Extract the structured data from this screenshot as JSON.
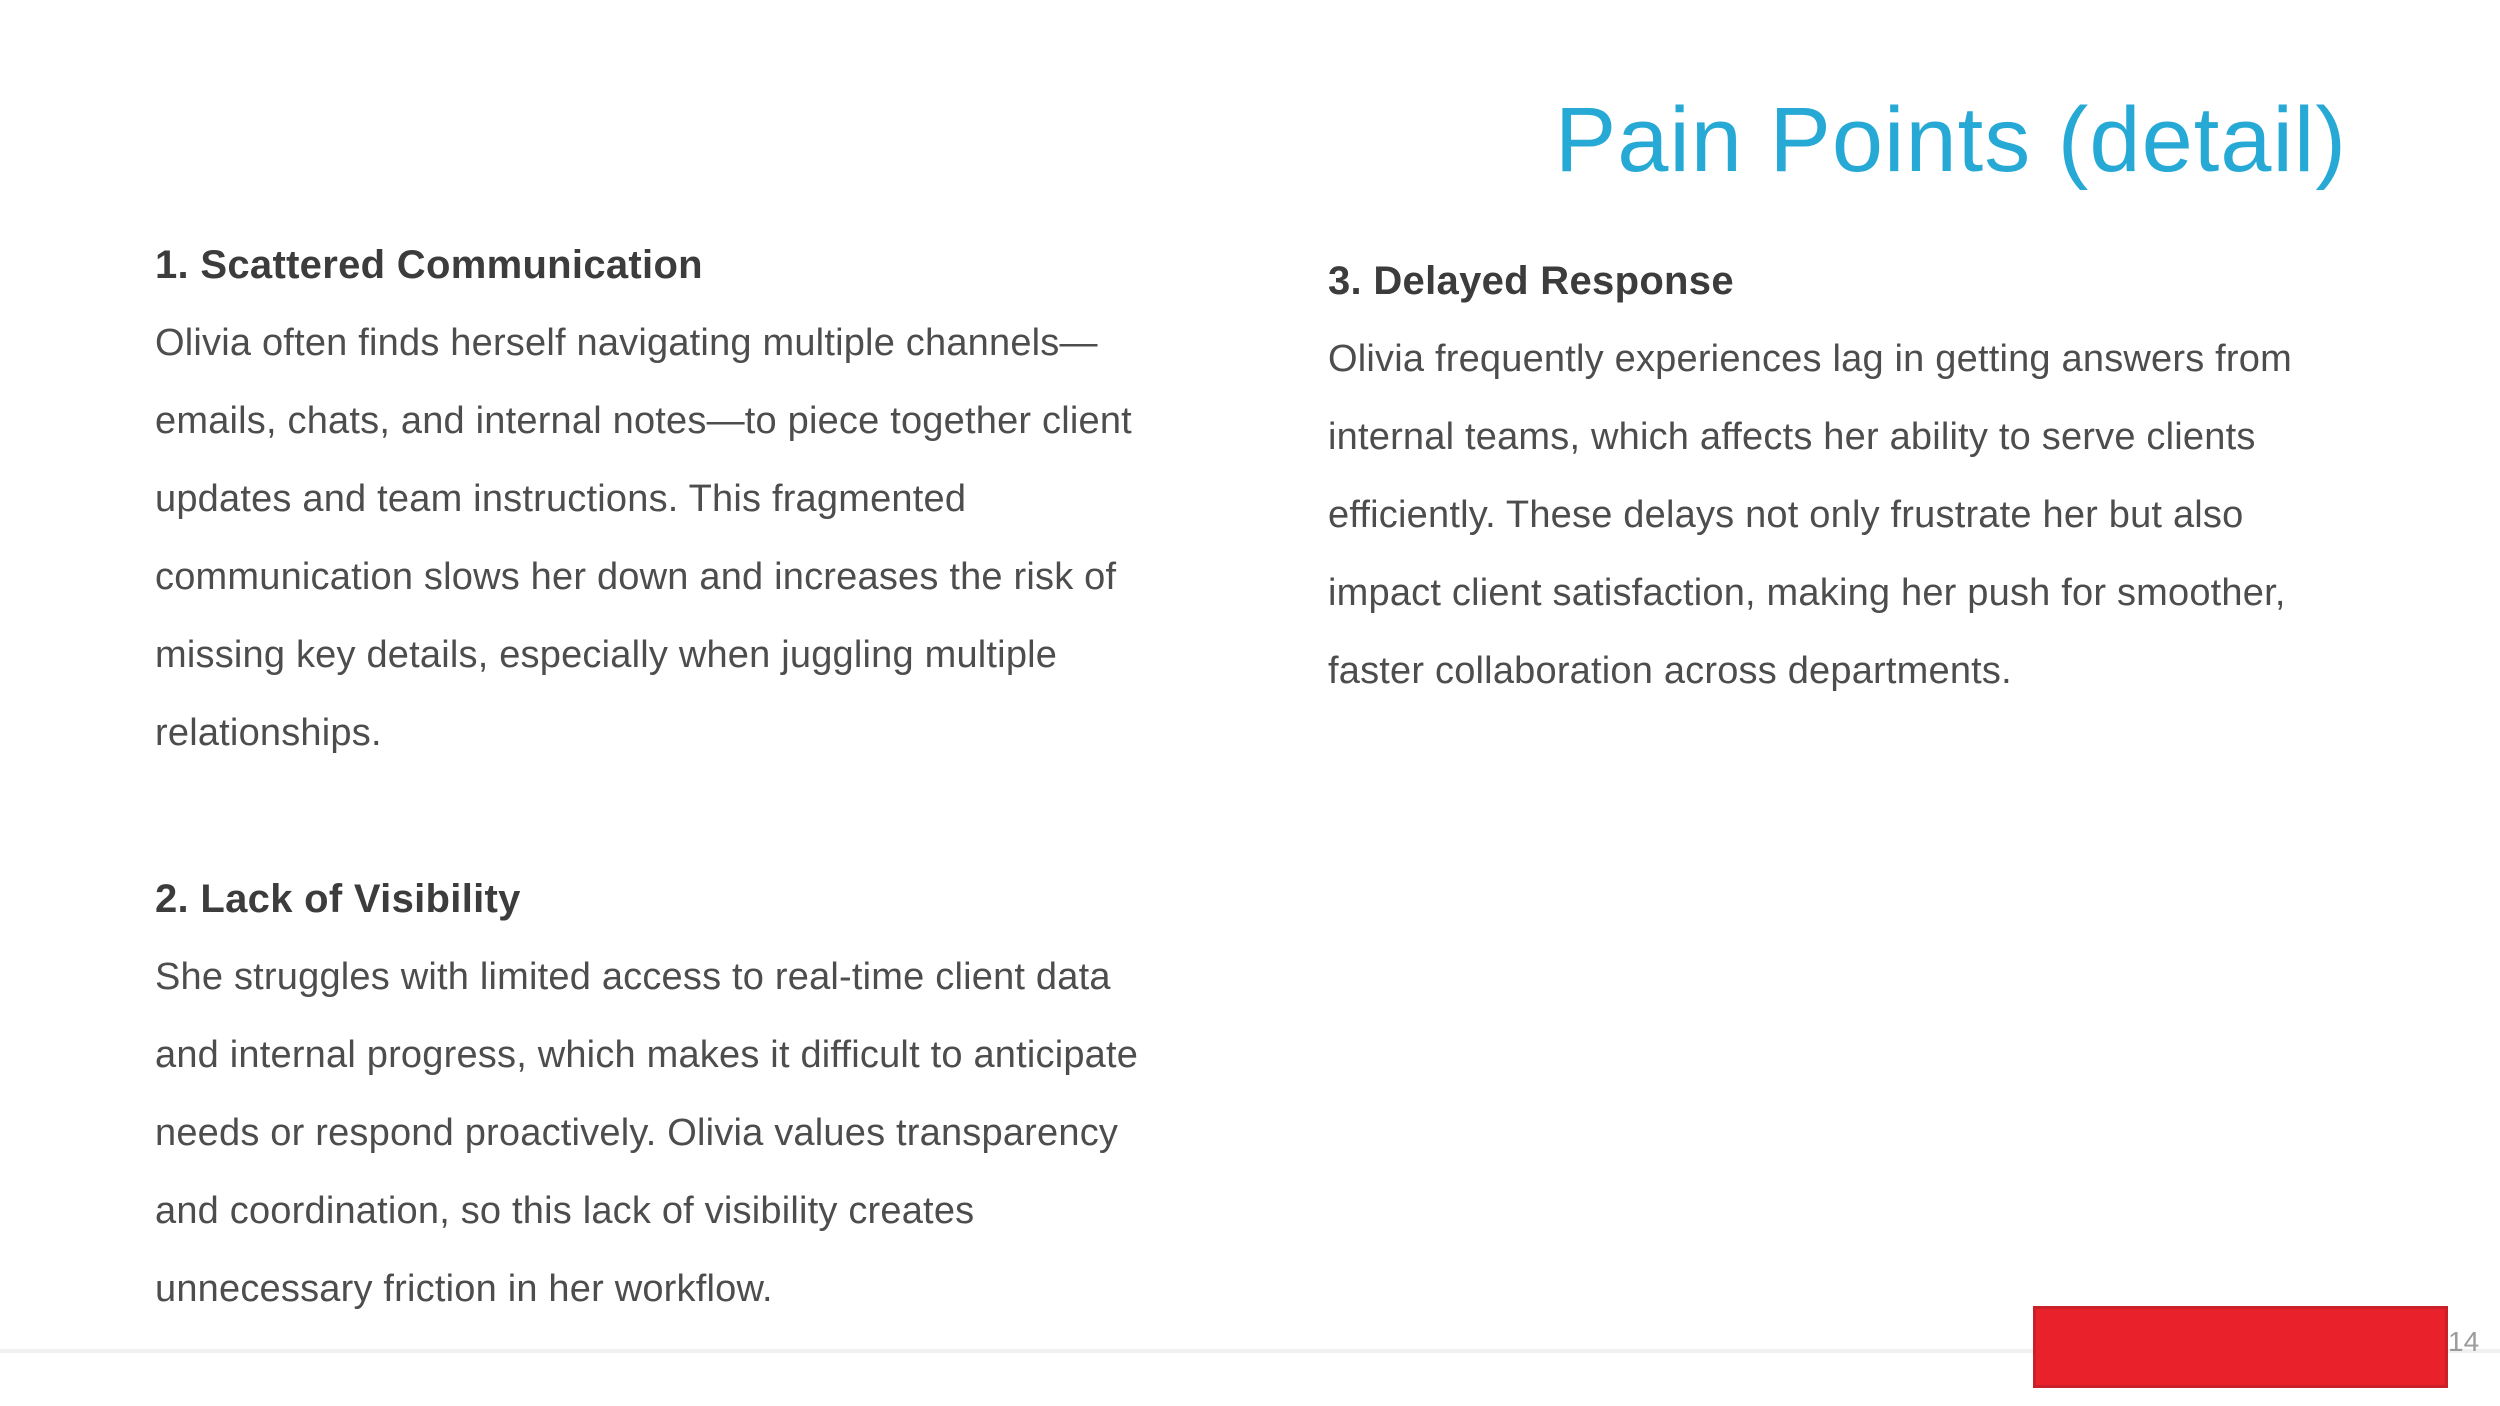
{
  "slide": {
    "title": "Pain Points (detail)",
    "page_number": "14",
    "colors": {
      "title_accent": "#27A9D6",
      "heading_text": "#3C3C3C",
      "body_text": "#4D4D4D",
      "red_block": "#E8212A",
      "red_block_border": "#C9202A",
      "page_number_text": "#9B9B9B",
      "footer_line": "#F2F0EE",
      "background": "#FFFFFF"
    },
    "sections": [
      {
        "id": "scattered-communication",
        "heading": "1. Scattered Communication",
        "body": "Olivia often finds herself navigating multiple channels—\nemails, chats, and internal notes—to piece together client\nupdates and team instructions. This fragmented\ncommunication slows her down and increases the risk of\nmissing key details, especially when juggling multiple\nrelationships."
      },
      {
        "id": "lack-of-visibility",
        "heading": "2. Lack of Visibility",
        "body": "She struggles with limited access to real-time client data\nand internal progress, which makes it difficult to anticipate\nneeds or respond proactively. Olivia values transparency\nand coordination, so this lack of visibility creates\nunnecessary friction in her workflow."
      },
      {
        "id": "delayed-response",
        "heading": "3. Delayed Response",
        "body": "Olivia frequently experiences lag in getting answers from\ninternal teams, which affects her ability to serve clients\nefficiently. These delays not only frustrate her but also\nimpact client satisfaction, making her push for smoother,\nfaster collaboration across departments."
      }
    ]
  }
}
